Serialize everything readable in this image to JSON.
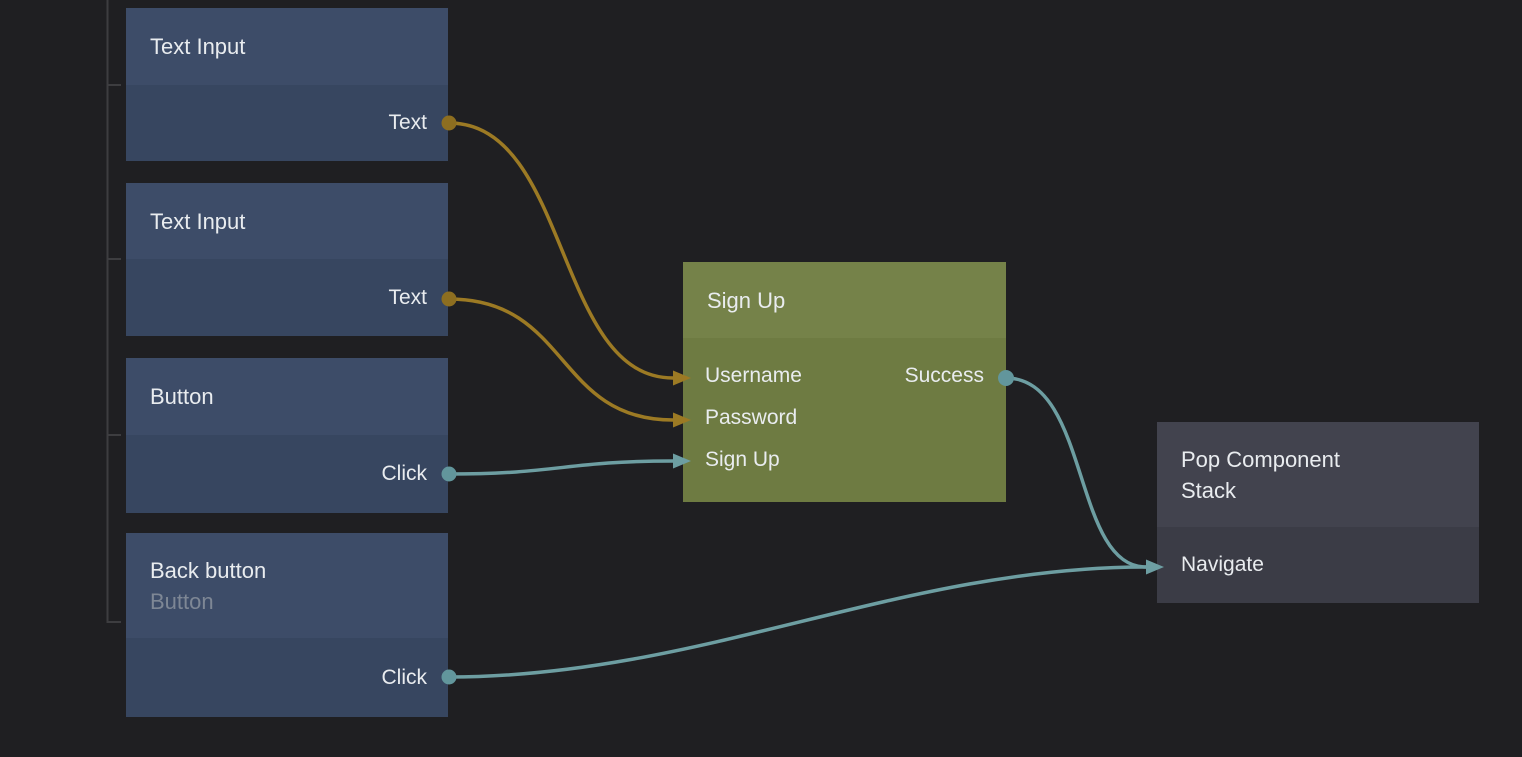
{
  "editor": {
    "kind": "visual-logic-node-graph",
    "background": "#1f1f22"
  },
  "colors": {
    "data_edge": "#9c7a24",
    "data_port_dot": "#8d6e20",
    "event_edge": "#6d9ea2",
    "event_port_dot": "#62969c",
    "node_blue_header": "#3d4c68",
    "node_blue_body": "#374660",
    "node_green_header": "#758249",
    "node_green_body": "#6e7b42",
    "node_gray_header": "#42434e",
    "node_gray_body": "#3b3c46",
    "title_text": "#e9ecef",
    "subtitle_text": "#7e8795",
    "offscreen_guide_line": "#3d3d40"
  },
  "nodes": [
    {
      "title": "Text Input",
      "color": "blue",
      "outputs": [
        {
          "label": "Text",
          "type": "data"
        }
      ]
    },
    {
      "title": "Text Input",
      "color": "blue",
      "outputs": [
        {
          "label": "Text",
          "type": "data"
        }
      ]
    },
    {
      "title": "Button",
      "color": "blue",
      "outputs": [
        {
          "label": "Click",
          "type": "event"
        }
      ]
    },
    {
      "title": "Back button",
      "subtitle": "Button",
      "color": "blue",
      "outputs": [
        {
          "label": "Click",
          "type": "event"
        }
      ]
    },
    {
      "title": "Sign Up",
      "color": "green",
      "inputs": [
        {
          "label": "Username",
          "type": "data"
        },
        {
          "label": "Password",
          "type": "data"
        },
        {
          "label": "Sign Up",
          "type": "event"
        }
      ],
      "outputs": [
        {
          "label": "Success",
          "type": "event"
        }
      ]
    },
    {
      "title": "Pop Component Stack",
      "color": "gray",
      "inputs": [
        {
          "label": "Navigate",
          "type": "event"
        }
      ]
    }
  ],
  "connections": [
    {
      "from": "Text Input (1) / Text",
      "to": "Sign Up / Username",
      "type": "data"
    },
    {
      "from": "Text Input (2) / Text",
      "to": "Sign Up / Password",
      "type": "data"
    },
    {
      "from": "Button / Click",
      "to": "Sign Up / Sign Up",
      "type": "event"
    },
    {
      "from": "Sign Up / Success",
      "to": "Pop Component Stack / Navigate",
      "type": "event"
    },
    {
      "from": "Back button / Click",
      "to": "Pop Component Stack / Navigate",
      "type": "event"
    }
  ]
}
